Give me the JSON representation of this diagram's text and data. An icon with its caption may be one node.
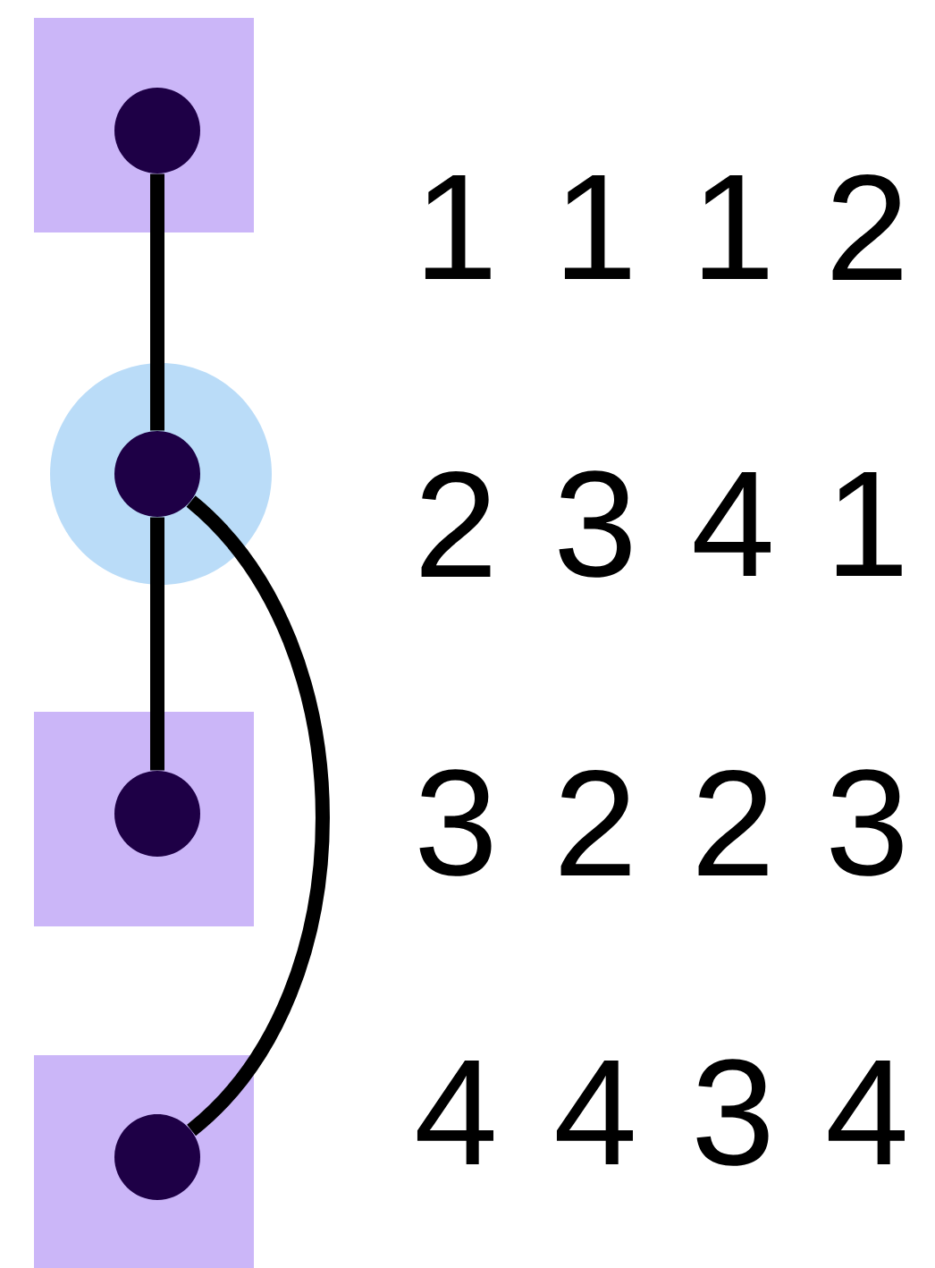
{
  "diagram": {
    "nodes": [
      {
        "text": [],
        "shape": "circle"
      },
      {
        "text": [],
        "shape": "circle"
      },
      {
        "text": [],
        "shape": "circle"
      },
      {
        "text": [],
        "shape": "circle"
      }
    ],
    "edges": [
      {
        "from": 0,
        "to": 1,
        "arrow": "none"
      },
      {
        "from": 1,
        "to": 2,
        "arrow": "none"
      },
      {
        "from": 1,
        "to": 3,
        "arrow": "none"
      }
    ],
    "labels": [
      "1",
      "1",
      "1",
      "2",
      "2",
      "3",
      "4",
      "1",
      "3",
      "2",
      "2",
      "3",
      "4",
      "4",
      "3",
      "4"
    ]
  }
}
